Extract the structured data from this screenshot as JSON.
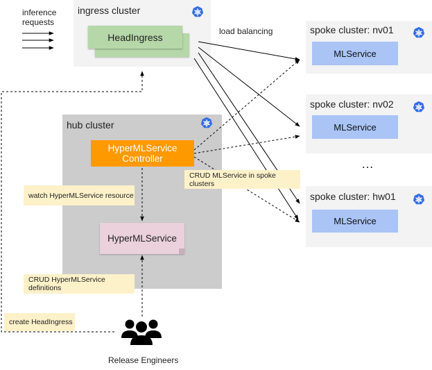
{
  "inference": {
    "line1": "inference",
    "line2": "requests"
  },
  "ingress": {
    "title": "ingress cluster",
    "head_label": "HeadIngress"
  },
  "load_balancing": "load balancing",
  "hub": {
    "title": "hub cluster",
    "controller_line1": "HyperMLService",
    "controller_line2": "Controller",
    "resource_label": "HyperMLService"
  },
  "notes": {
    "watch": "watch HyperMLService resource",
    "crud_ml": "CRUD MLService in spoke clusters",
    "crud_hyper": "CRUD HyperMLService definitions",
    "create_head": "create HeadIngress"
  },
  "spokes": [
    {
      "title": "spoke cluster: nv01",
      "service": "MLService"
    },
    {
      "title": "spoke cluster: nv02",
      "service": "MLService"
    },
    {
      "title": "spoke cluster: hw01",
      "service": "MLService"
    }
  ],
  "ellipsis": "…",
  "release_engineers": "Release Engineers",
  "colors": {
    "cluster_bg": "#f3f3f3",
    "hub_bg": "#cccccc",
    "head_ingress": "#b6d7a8",
    "controller": "#ff9900",
    "hyper_resource": "#ead1dc",
    "ml_service": "#a9c4f5",
    "note": "#fdf1c9",
    "k8s_blue": "#326ce5"
  }
}
